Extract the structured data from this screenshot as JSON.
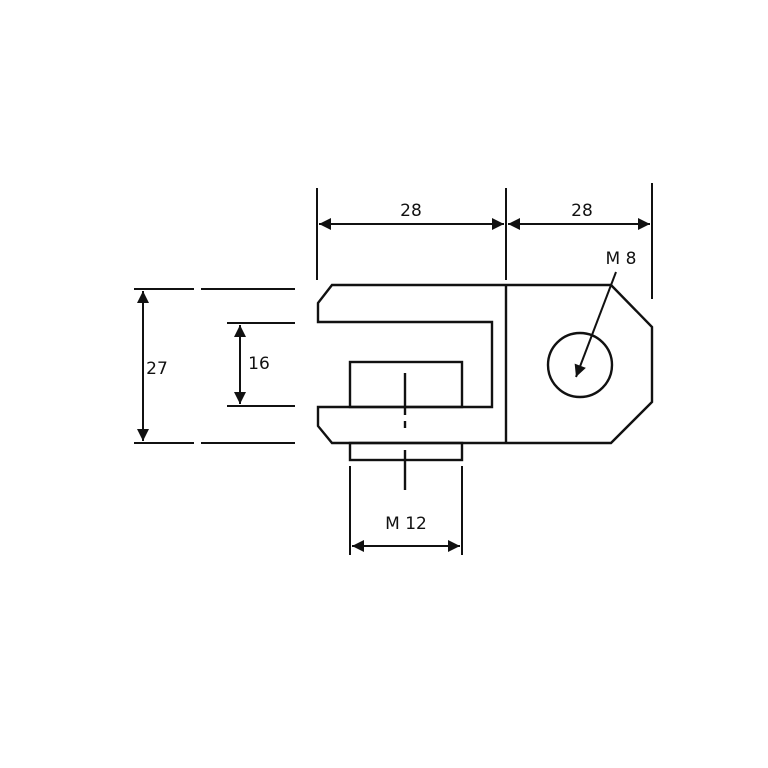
{
  "drawing": {
    "title": "Clevis joint technical drawing",
    "stroke_color": "#111111",
    "background": "#ffffff",
    "dimensions": {
      "clevis_length": "28",
      "eye_length": "28",
      "overall_height": "27",
      "slot_width": "16",
      "thread_shank": "M 12",
      "eye_hole": "M 8"
    }
  }
}
